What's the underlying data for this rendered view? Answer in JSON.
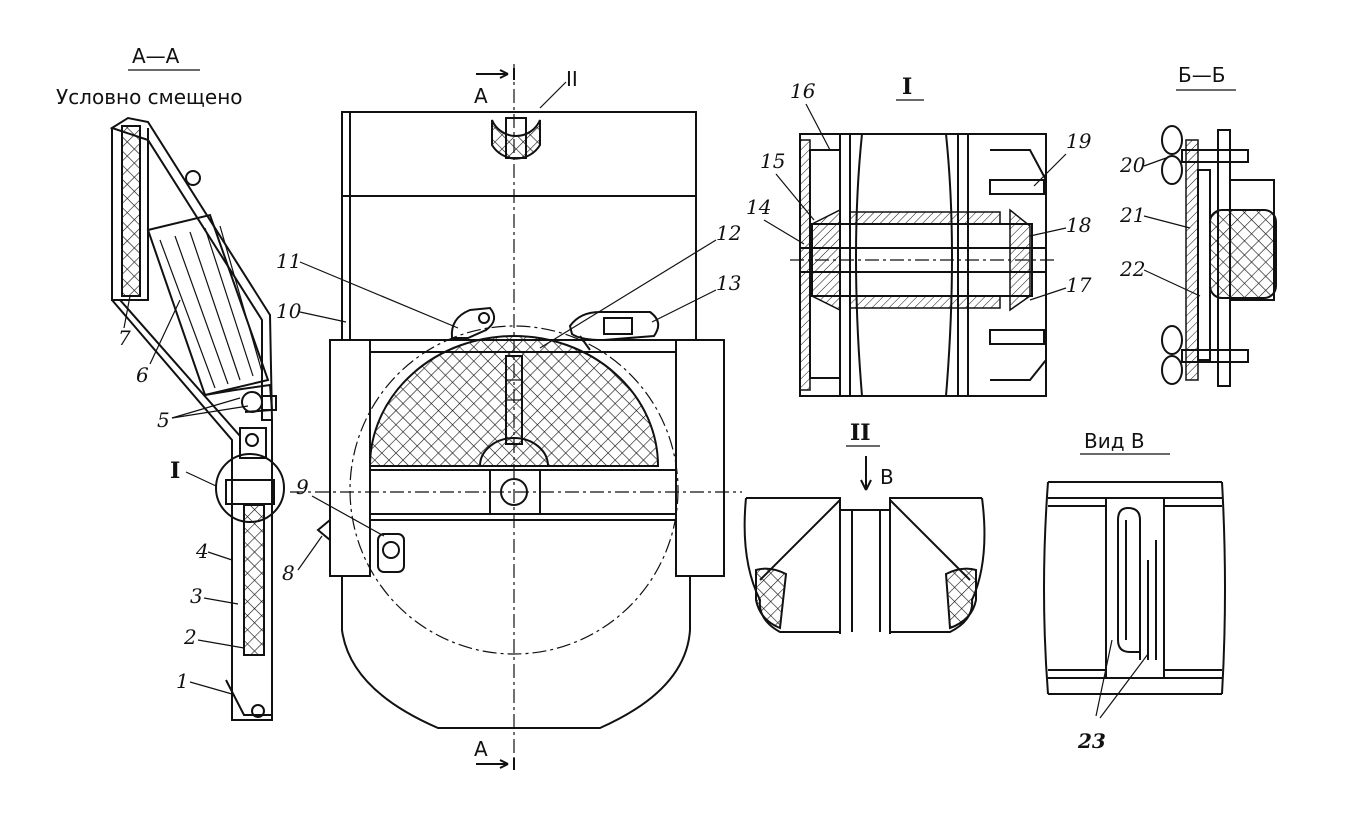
{
  "section_aa": {
    "title": "А—А",
    "subtitle": "Условно смещено"
  },
  "section_bb": {
    "title": "Б—Б"
  },
  "detail_i": {
    "title": "I"
  },
  "detail_ii": {
    "title": "II",
    "arrow_label": "В"
  },
  "view_v": {
    "title": "Вид В"
  },
  "main_view": {
    "cut_top": "А",
    "cut_bottom": "А",
    "detail_ii_marker": "II",
    "detail_i_marker": "I"
  },
  "callouts": [
    "1",
    "2",
    "3",
    "4",
    "5",
    "6",
    "7",
    "8",
    "9",
    "10",
    "11",
    "12",
    "13",
    "14",
    "15",
    "16",
    "17",
    "18",
    "19",
    "20",
    "21",
    "22",
    "23"
  ]
}
